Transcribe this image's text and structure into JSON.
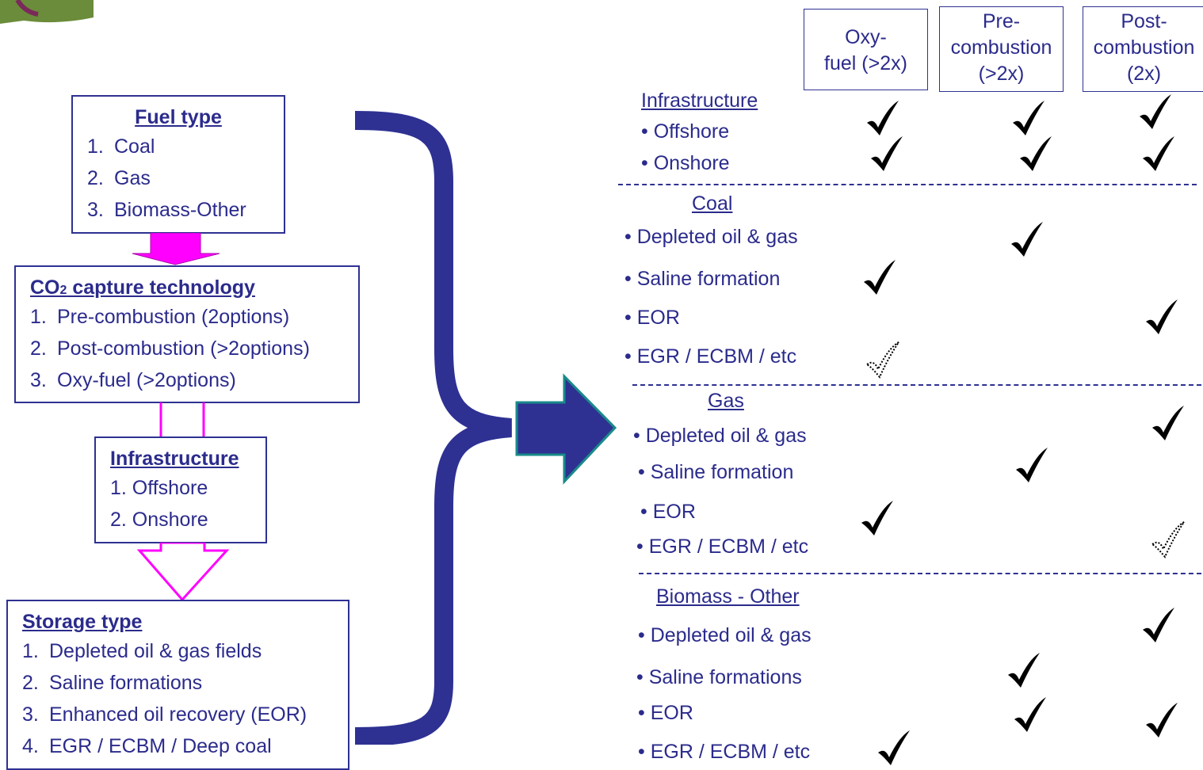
{
  "left": {
    "fuel": {
      "title": "Fuel type",
      "items": [
        "1.",
        "Coal",
        "2.",
        "Gas",
        "3.",
        "Biomass-Other"
      ]
    },
    "capture": {
      "title_co": "CO",
      "title_sub": "2",
      "title_rest": " capture technology",
      "items": [
        "1.",
        "Pre-combustion (2options)",
        "2.",
        "Post-combustion (>2options)",
        "3.",
        "Oxy-fuel (>2options)"
      ]
    },
    "infra": {
      "title": "Infrastructure",
      "items": [
        "1. Offshore",
        "2. Onshore"
      ]
    },
    "storage": {
      "title": "Storage type",
      "items": [
        "1.",
        "Depleted oil & gas fields",
        "2.",
        "Saline formations",
        "3.",
        "Enhanced oil recovery (EOR)",
        "4.",
        "EGR / ECBM / Deep coal"
      ]
    }
  },
  "columns": {
    "oxy": [
      "Oxy-",
      "fuel (>2x)"
    ],
    "pre": [
      "Pre-",
      "combustion",
      "(>2x)"
    ],
    "post": [
      "Post-",
      "combustion",
      "(2x)"
    ]
  },
  "rows": {
    "infrastructure": "Infrastructure",
    "offshore": "• Offshore",
    "onshore": "• Onshore",
    "coal": "Coal",
    "coal_depleted": "• Depleted oil & gas",
    "coal_saline": "• Saline formation",
    "coal_eor": "• EOR",
    "coal_egr": "• EGR / ECBM /  etc",
    "gas": "Gas",
    "gas_depleted": "• Depleted oil & gas",
    "gas_saline": "• Saline formation",
    "gas_eor": "• EOR",
    "gas_egr": "• EGR / ECBM /  etc",
    "bio": "Biomass - Other",
    "bio_depleted": "• Depleted oil & gas",
    "bio_saline": "• Saline formations",
    "bio_eor": "• EOR",
    "bio_egr": "• EGR / ECBM /  etc"
  },
  "colors": {
    "primary": "#2e3192",
    "arrow_magenta": "#ff00ff",
    "arrow_teal": "#1a8a8a",
    "decor_green": "#6b8c3a"
  }
}
